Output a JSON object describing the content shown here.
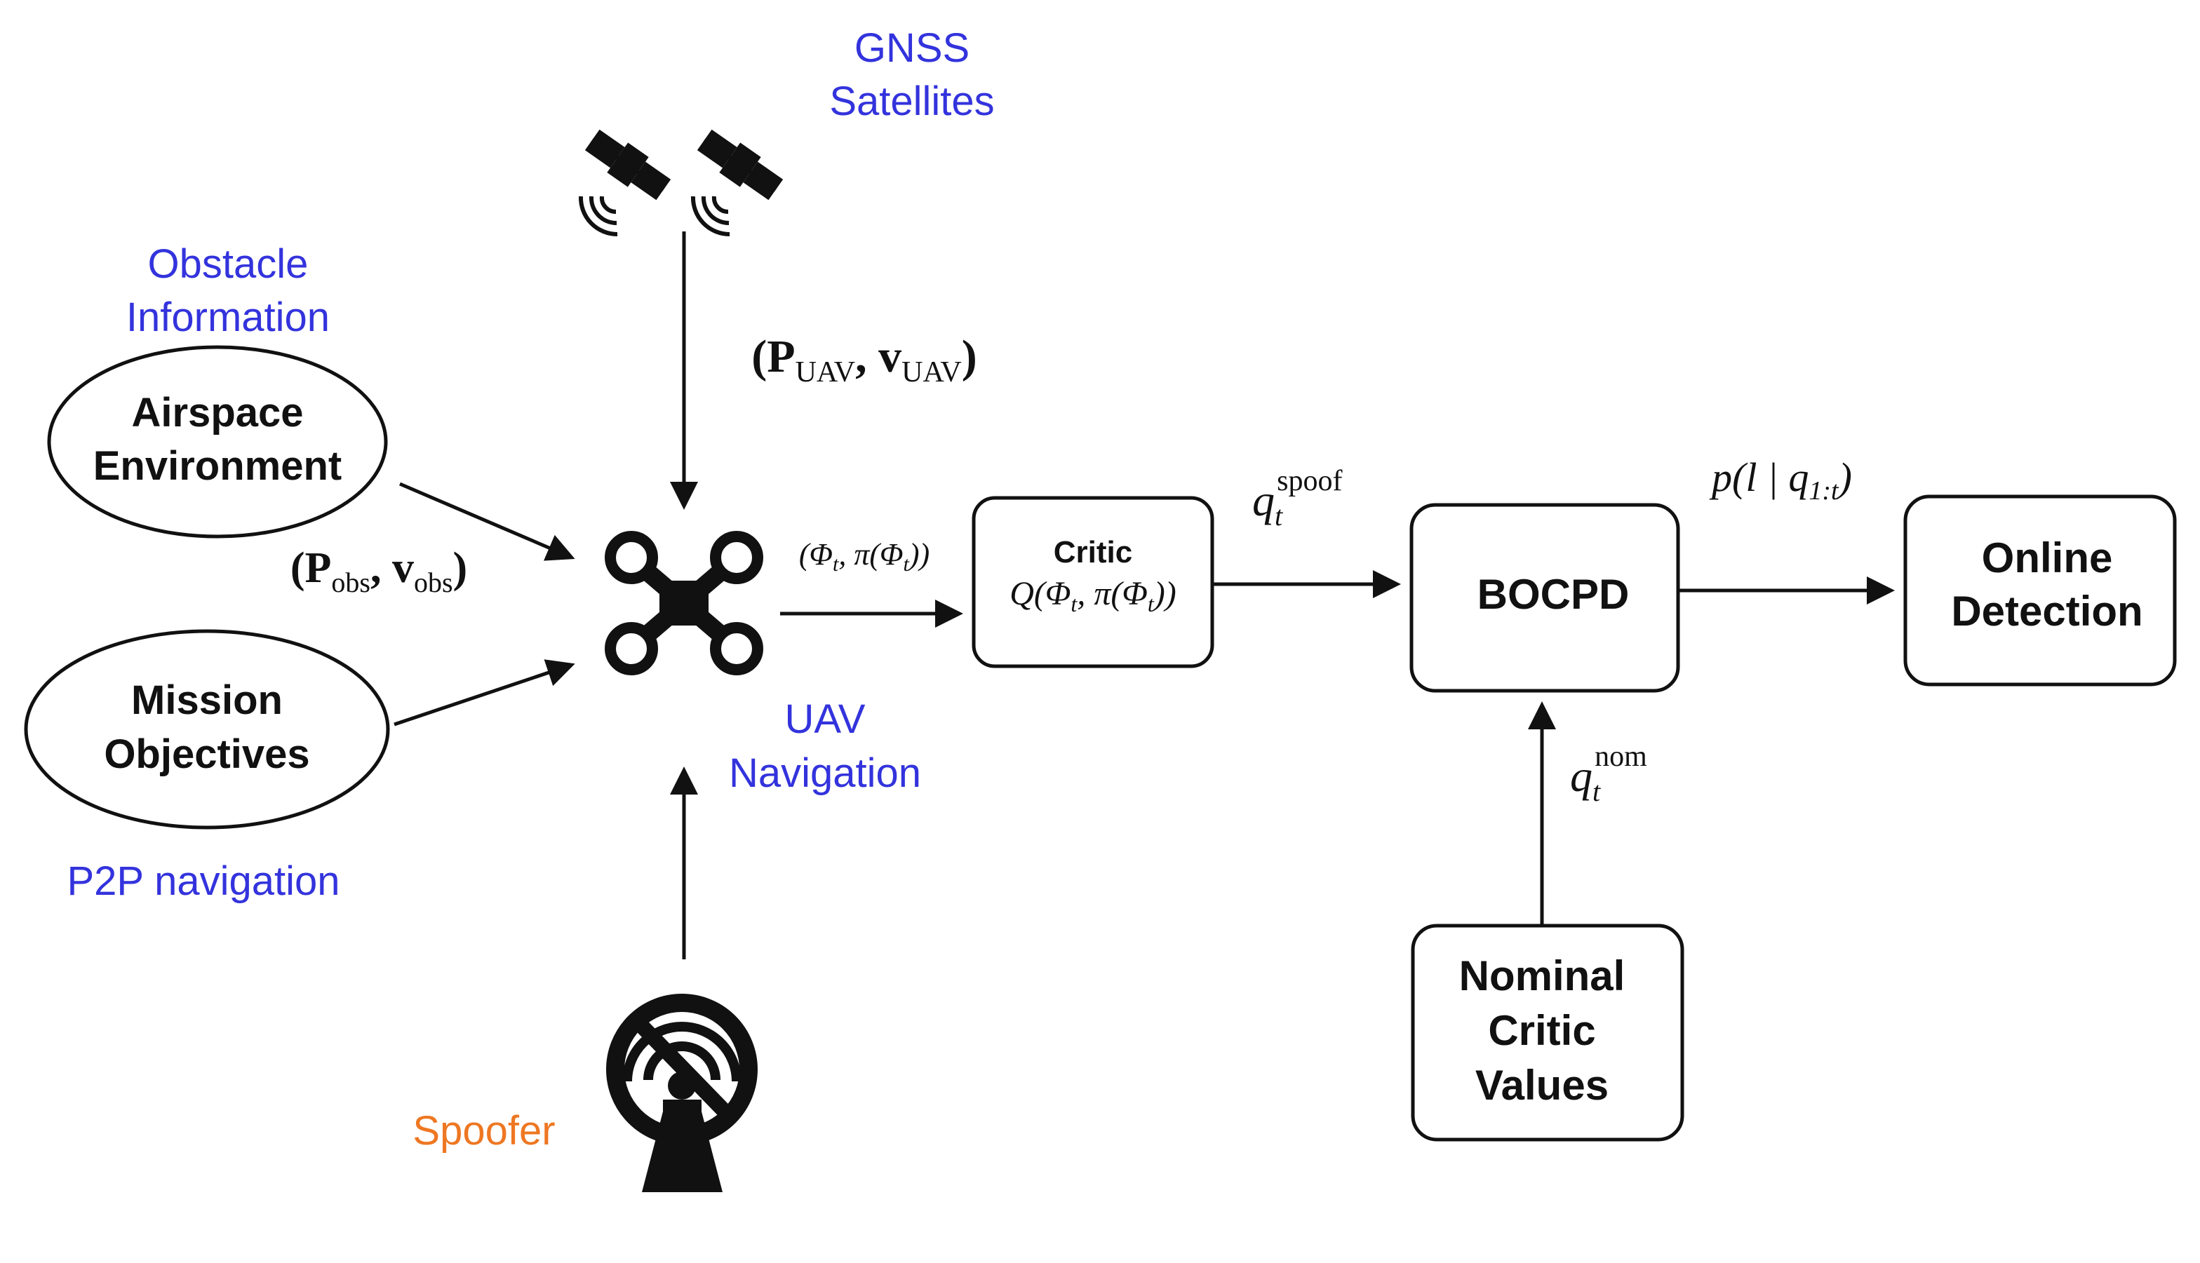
{
  "labels": {
    "gnss_line1": "GNSS",
    "gnss_line2": "Satellites",
    "obstacle_line1": "Obstacle",
    "obstacle_line2": "Information",
    "p2p": "P2P navigation",
    "uav_line1": "UAV",
    "uav_line2": "Navigation",
    "spoofer": "Spoofer"
  },
  "nodes": {
    "airspace_line1": "Airspace",
    "airspace_line2": "Environment",
    "mission_line1": "Mission",
    "mission_line2": "Objectives",
    "critic_title": "Critic",
    "critic_formula": "Q(Φt, π(Φt))",
    "bocpd": "BOCPD",
    "online_line1": "Online",
    "online_line2": "Detection",
    "nominal_line1": "Nominal",
    "nominal_line2": "Critic",
    "nominal_line3": "Values"
  },
  "edge_labels": {
    "p_uav": "(PUAV, vUAV)",
    "p_obs": "(Pobs, vobs)",
    "phi": "(Φt, π(Φt))",
    "q_spoof": "q_t^spoof",
    "q_nom": "q_t^nom",
    "posterior": "p(l | q1:t)"
  },
  "icons": {
    "satellite": "satellite-icon",
    "drone": "drone-icon",
    "spoofer": "spoofer-antenna-icon"
  },
  "colors": {
    "label_blue": "#3333dd",
    "spoofer_orange": "#ee7722",
    "stroke": "#111111"
  }
}
